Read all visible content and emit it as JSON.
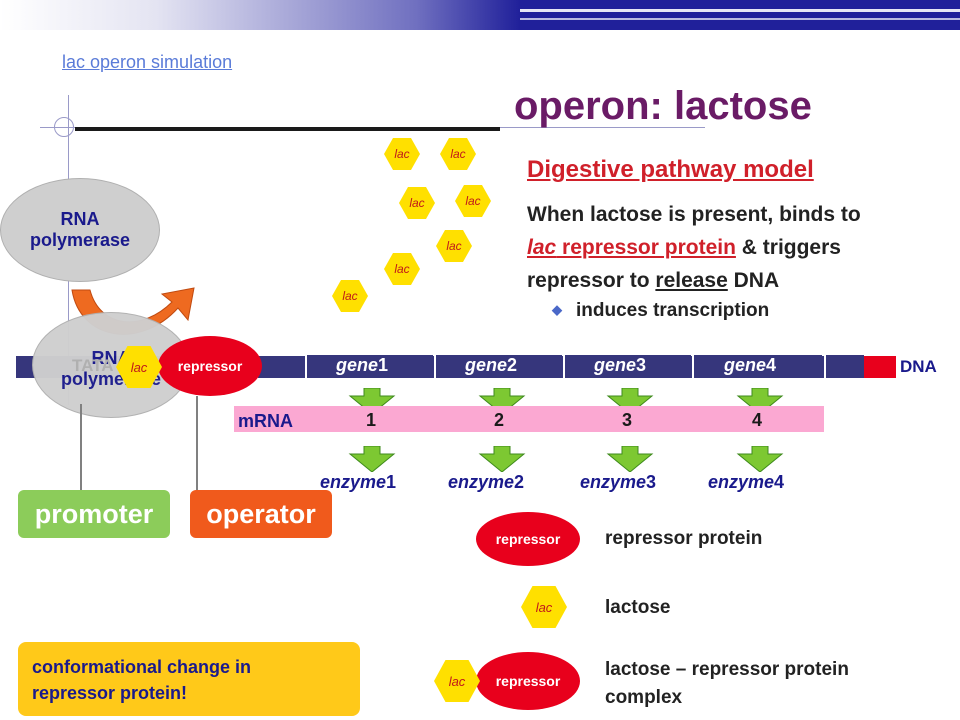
{
  "header": {
    "link_text": "lac operon simulation",
    "title": "operon: lactose"
  },
  "content": {
    "subtitle": "Digestive pathway model",
    "body_line1": "When lactose is present, binds to",
    "body_lac": "lac",
    "body_line2_underlined": " repressor protein",
    "body_line2_rest": " & triggers",
    "body_line3_pre": "repressor to ",
    "body_release": "release",
    "body_line3_post": " DNA",
    "bullet": "induces transcription"
  },
  "diagram": {
    "hex_label": "lac",
    "rna_pol_line1": "RNA",
    "rna_pol_line2": "polymerase",
    "rna_pol_bound_line1": "RNA",
    "rna_pol_bound_line2": "polymerase",
    "tata": "TATA",
    "repressor_label": "repressor",
    "genes": [
      {
        "name": "gene",
        "num": "1"
      },
      {
        "name": "gene",
        "num": "2"
      },
      {
        "name": "gene",
        "num": "3"
      },
      {
        "name": "gene",
        "num": "4"
      }
    ],
    "dna_label": "DNA",
    "mrna_label": "mRNA",
    "mrna_numbers": [
      "1",
      "2",
      "3",
      "4"
    ],
    "enzymes": [
      {
        "name": "enzyme",
        "num": "1"
      },
      {
        "name": "enzyme",
        "num": "2"
      },
      {
        "name": "enzyme",
        "num": "3"
      },
      {
        "name": "enzyme",
        "num": "4"
      }
    ],
    "promoter": "promoter",
    "operator": "operator"
  },
  "legend": {
    "repressor_protein": "repressor protein",
    "lactose": "lactose",
    "complex_line1": "lactose – repressor protein",
    "complex_line2": "complex"
  },
  "callout": {
    "line1": "conformational change in",
    "line2": "repressor protein!"
  },
  "colors": {
    "title": "#6a1b66",
    "accent_red": "#d0202a",
    "dna": "#36367c",
    "mrna": "#fba8d2",
    "hexagon": "#ffe000",
    "promoter": "#8ccc5a",
    "operator": "#f05a1c",
    "callout": "#ffc919",
    "repressor": "#e8001c"
  }
}
